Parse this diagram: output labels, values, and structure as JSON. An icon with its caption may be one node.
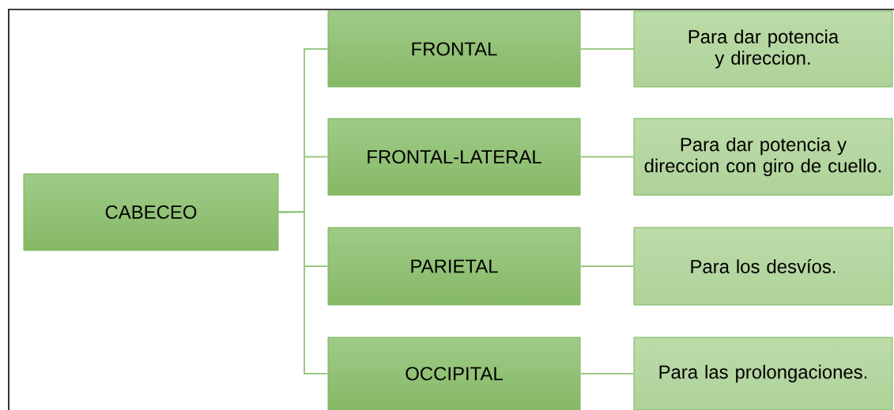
{
  "diagram": {
    "nodes": [
      {
        "text": [
          "CABECEO"
        ]
      },
      {
        "text": [
          "FRONTAL"
        ]
      },
      {
        "text": [
          "FRONTAL-LATERAL"
        ]
      },
      {
        "text": [
          "PARIETAL"
        ]
      },
      {
        "text": [
          "OCCIPITAL"
        ]
      },
      {
        "text": [
          "Para dar potencia y direccion."
        ]
      },
      {
        "text": [
          "Para dar potencia y direccion con giro de cuello."
        ]
      },
      {
        "text": [
          "Para los desvíos."
        ]
      },
      {
        "text": [
          "Para las prolongaciones."
        ]
      }
    ],
    "edges": [
      {
        "from": 0,
        "to": 1,
        "arrow": "none"
      },
      {
        "from": 0,
        "to": 2,
        "arrow": "none"
      },
      {
        "from": 0,
        "to": 3,
        "arrow": "none"
      },
      {
        "from": 0,
        "to": 4,
        "arrow": "none"
      },
      {
        "from": 1,
        "to": 5,
        "arrow": "none"
      },
      {
        "from": 2,
        "to": 6,
        "arrow": "none"
      },
      {
        "from": 3,
        "to": 7,
        "arrow": "none"
      },
      {
        "from": 4,
        "to": 8,
        "arrow": "none"
      }
    ]
  }
}
